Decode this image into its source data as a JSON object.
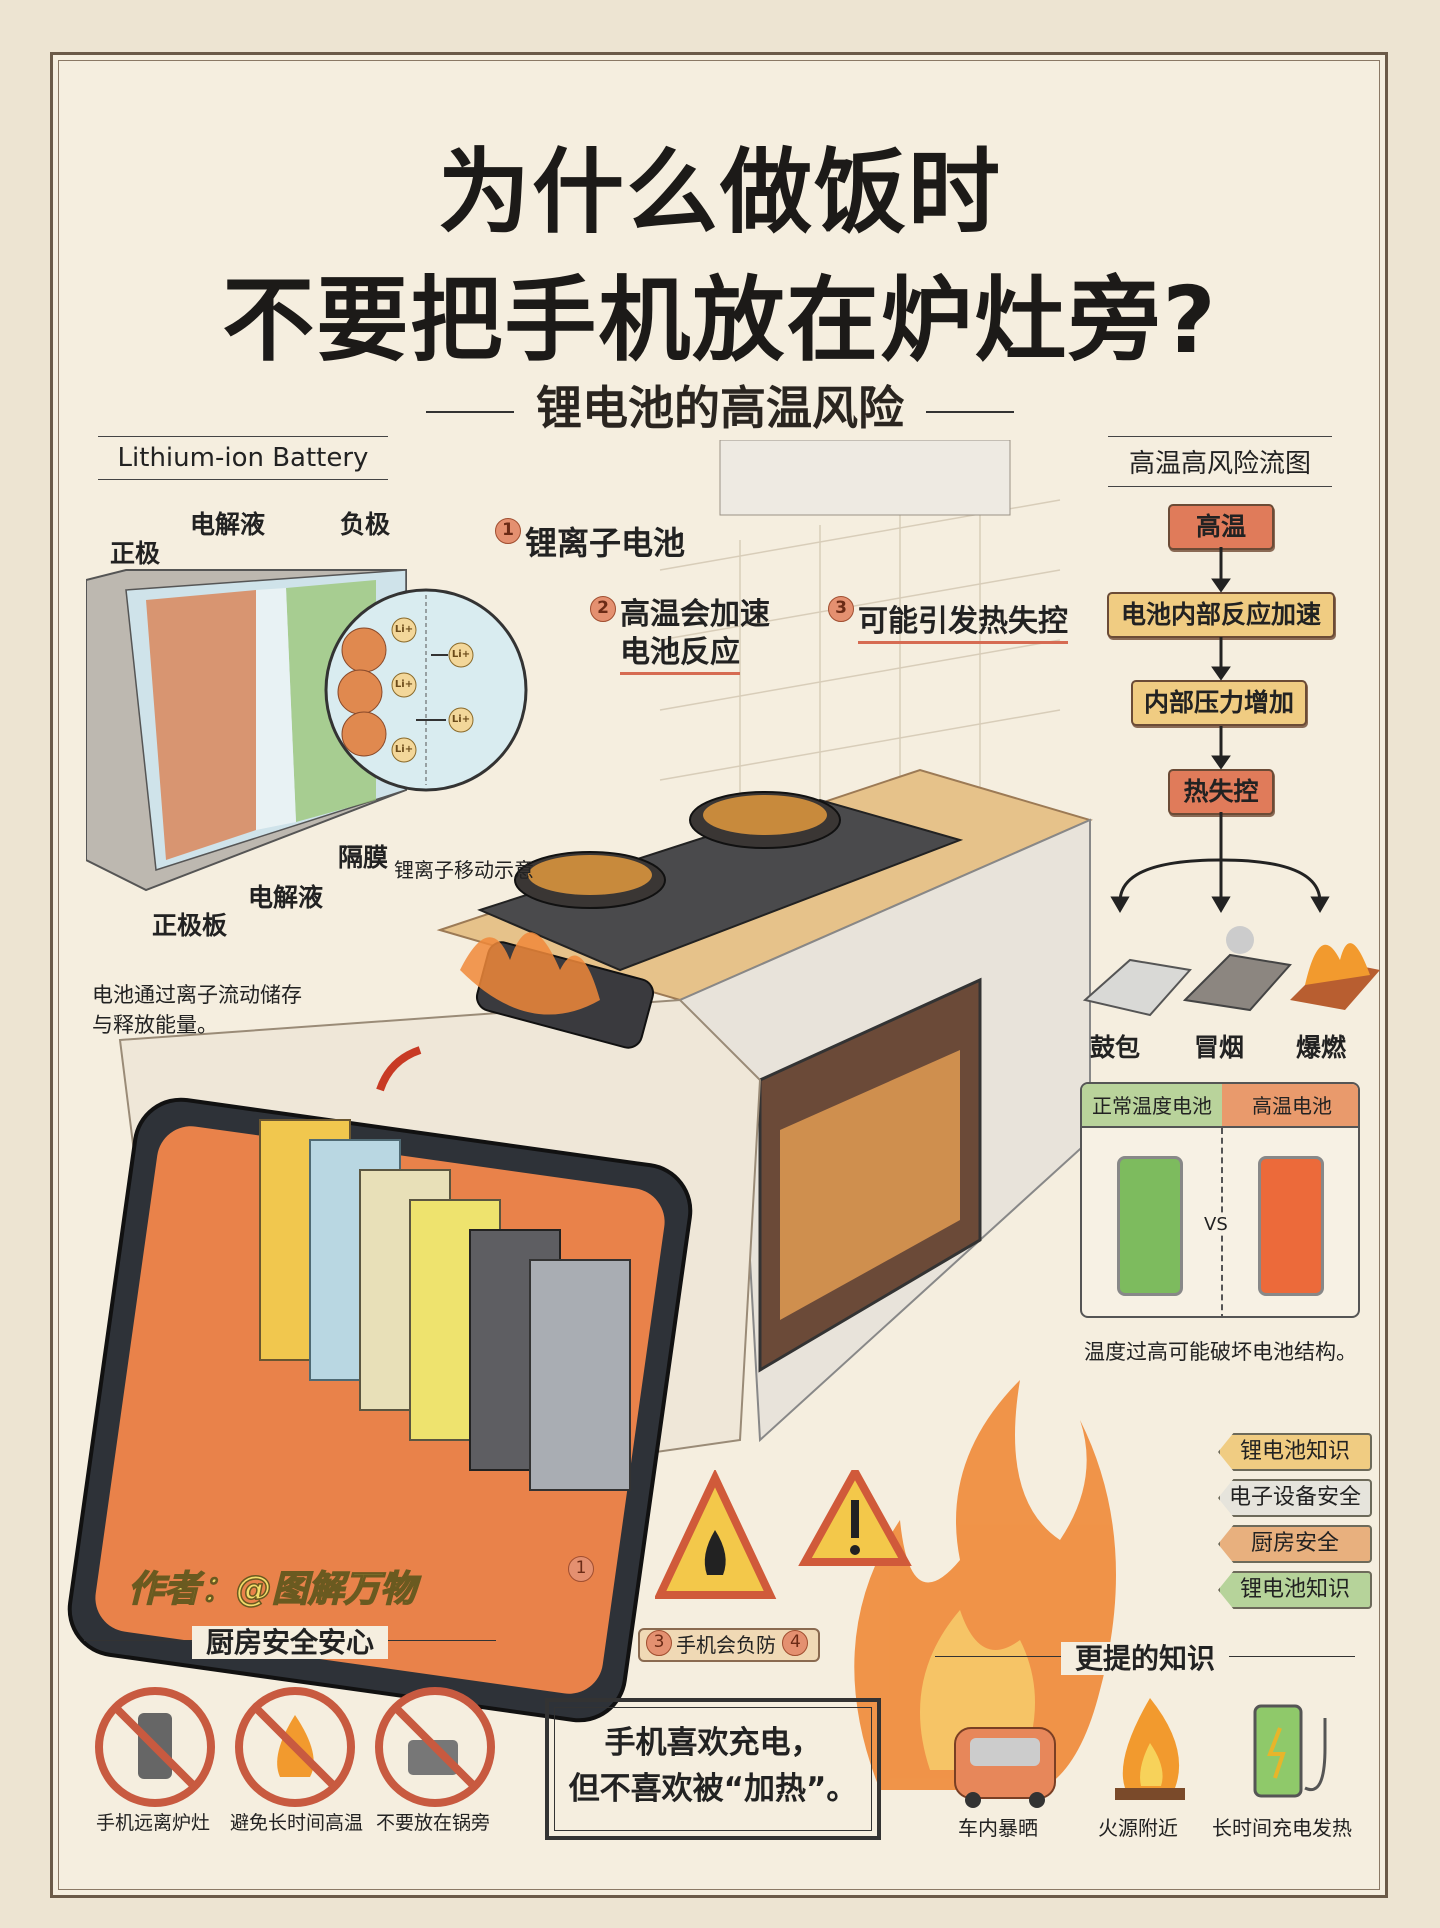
{
  "title": {
    "line1": "为什么做饭时",
    "line2": "不要把手机放在炉灶旁?",
    "subtitle": "锂电池的高温风险"
  },
  "battery": {
    "header": "Lithium-ion Battery",
    "labels": {
      "cathode": "正极",
      "electrolyte_top": "电解液",
      "anode": "负极",
      "separator": "隔膜",
      "ion_motion": "锂离子移动示意",
      "electrolyte_bottom": "电解液",
      "cathode_plate": "正极板"
    },
    "ion_label": "Li+",
    "note": "电池通过离子流动储存与释放能量。"
  },
  "steps": [
    {
      "num": "1",
      "text": "锂离子电池"
    },
    {
      "num": "2",
      "text_line1": "高温会加速",
      "text_line2": "电池反应"
    },
    {
      "num": "3",
      "text": "可能引发热失控"
    }
  ],
  "flowchart": {
    "header": "高温高风险流图",
    "nodes": [
      "高温",
      "电池内部反应加速",
      "内部压力增加",
      "热失控"
    ],
    "outcomes": [
      "鼓包",
      "冒烟",
      "爆燃"
    ]
  },
  "comparison": {
    "normal": "正常温度电池",
    "hot": "高温电池",
    "vs": "VS",
    "caption": "温度过高可能破坏电池结构。"
  },
  "tags": [
    {
      "text": "锂电池知识",
      "color": "#f0cc82"
    },
    {
      "text": "电子设备安全",
      "color": "#e6e4dc"
    },
    {
      "text": "厨房安全",
      "color": "#e8b07e"
    },
    {
      "text": "锂电池知识",
      "color": "#b6d39a"
    }
  ],
  "author": "作者：@图解万物",
  "warning_pill": {
    "left_num": "3",
    "text": "手机会负防",
    "right_num": "4",
    "marker": "1"
  },
  "safety": {
    "header": "厨房安全安心",
    "items": [
      "手机远离炉灶",
      "避免长时间高温",
      "不要放在锅旁"
    ]
  },
  "quote": {
    "line1": "手机喜欢充电，",
    "line2": "但不喜欢被“加热”。"
  },
  "knowledge": {
    "header": "更提的知识",
    "items": [
      "车内暴晒",
      "火源附近",
      "长时间充电发热"
    ]
  }
}
